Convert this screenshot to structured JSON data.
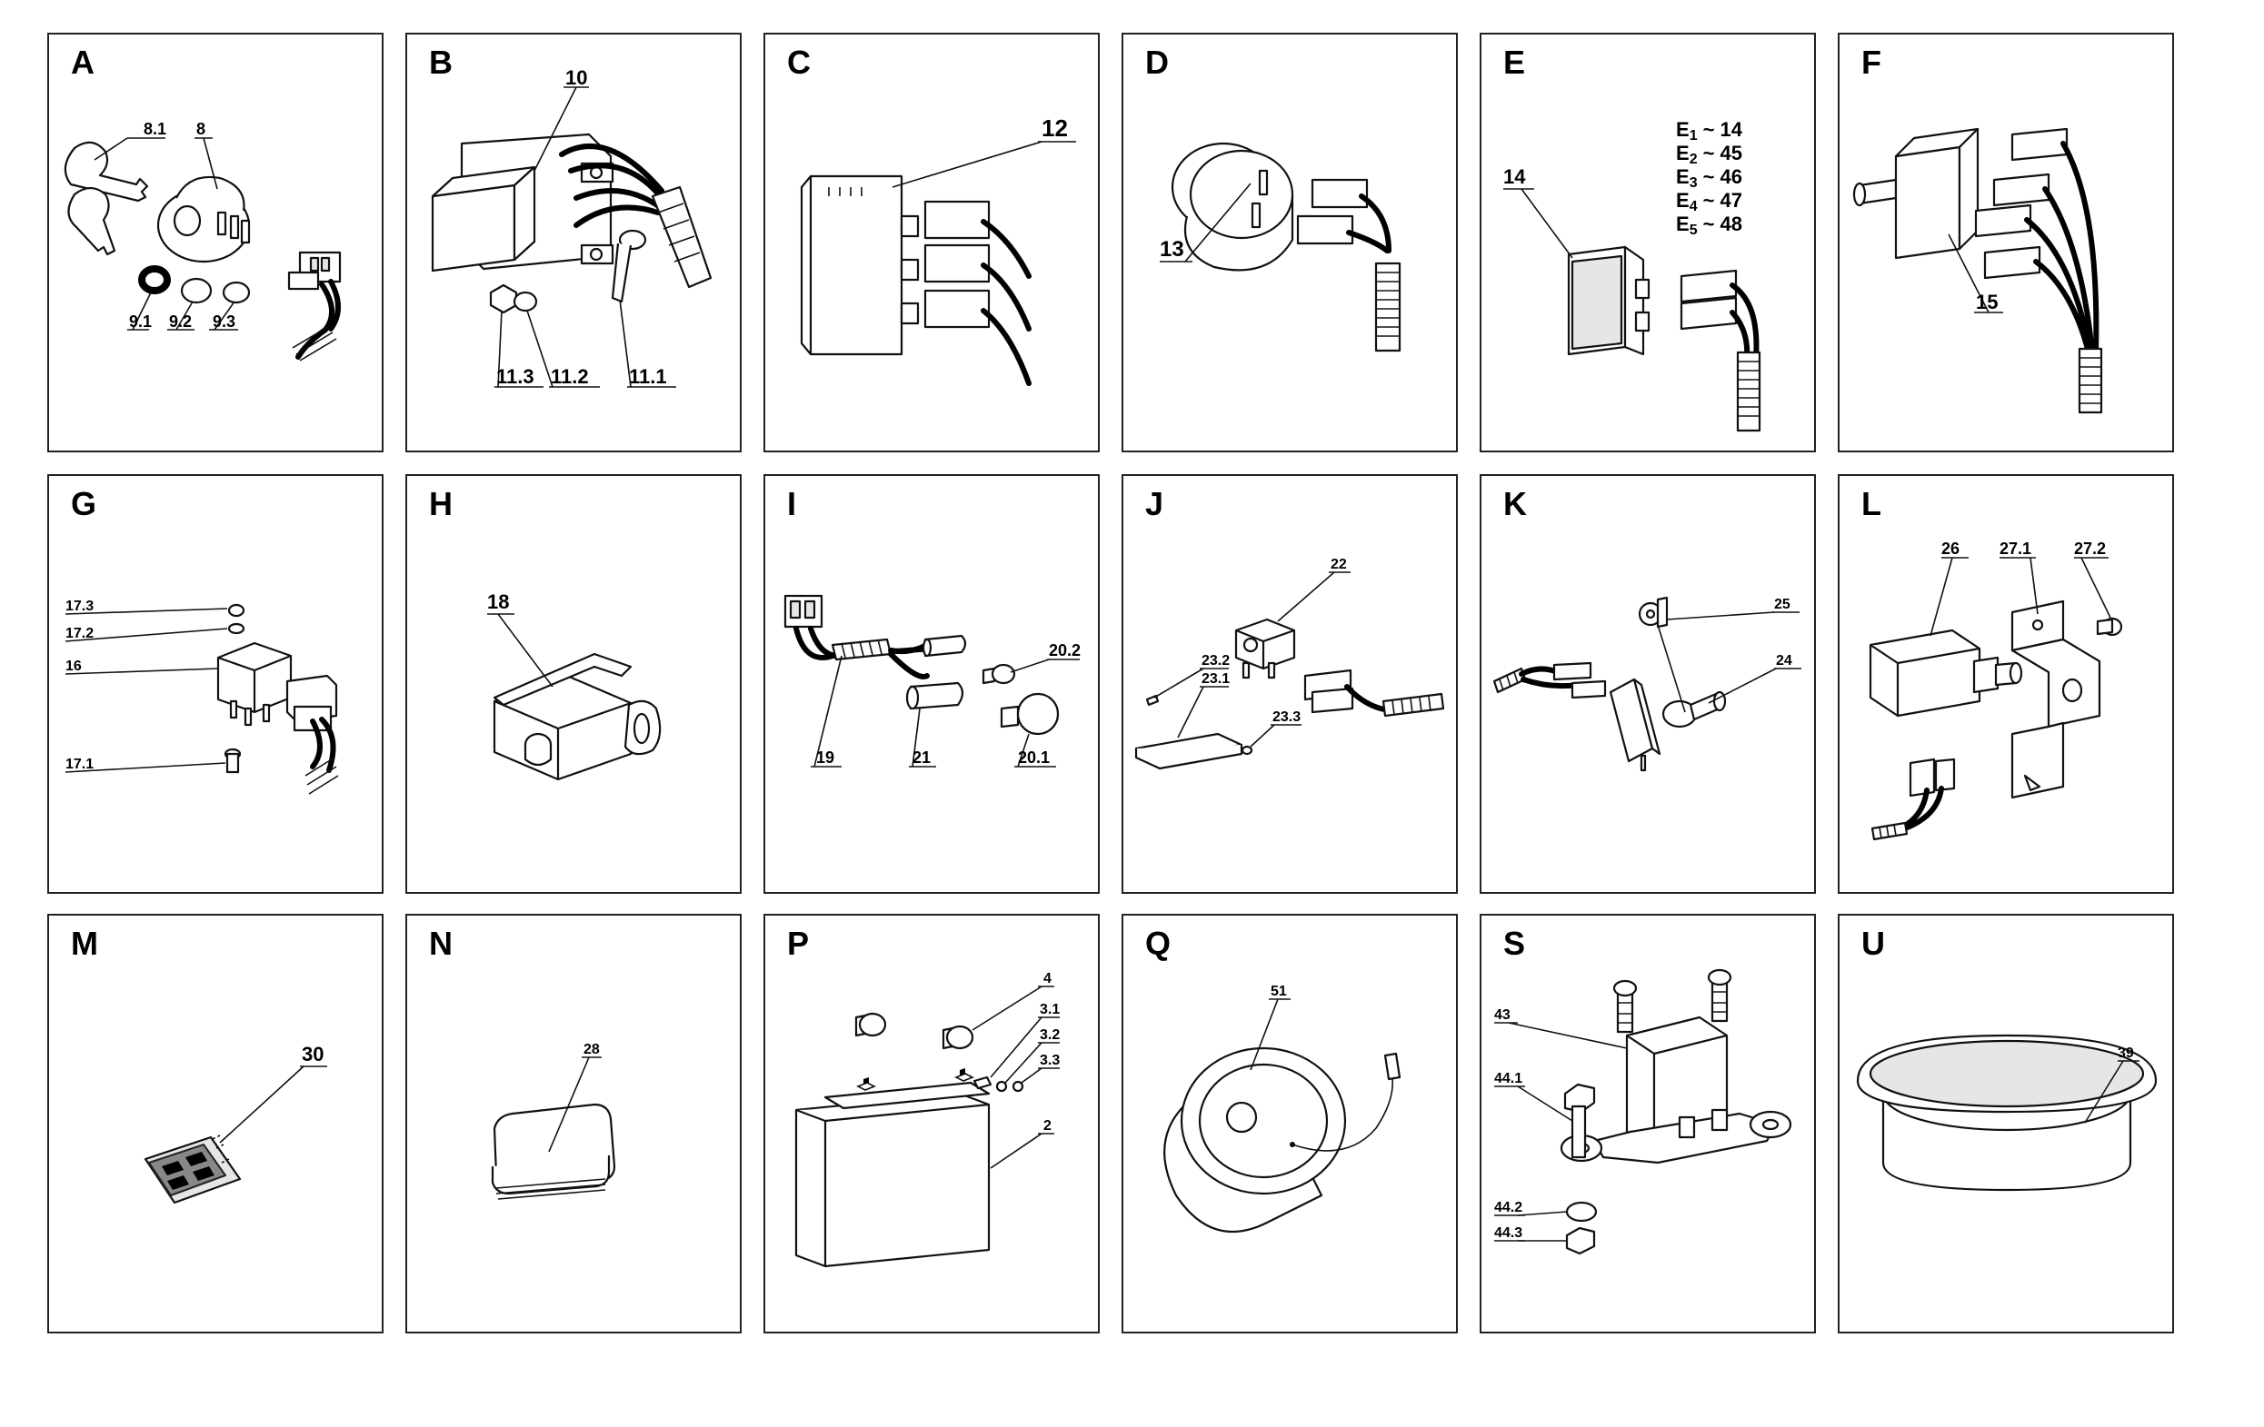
{
  "panels": [
    {
      "letter": "A",
      "callouts": [
        "8.1",
        "8",
        "9.1",
        "9.2",
        "9.3"
      ]
    },
    {
      "letter": "B",
      "callouts": [
        "10",
        "11.3",
        "11.2",
        "11.1"
      ]
    },
    {
      "letter": "C",
      "callouts": [
        "12"
      ]
    },
    {
      "letter": "D",
      "callouts": [
        "13"
      ]
    },
    {
      "letter": "E",
      "callouts": [
        "14"
      ],
      "equivalents": [
        {
          "base": "E",
          "sub": "1",
          "value": "~ 14"
        },
        {
          "base": "E",
          "sub": "2",
          "value": "~ 45"
        },
        {
          "base": "E",
          "sub": "3",
          "value": "~ 46"
        },
        {
          "base": "E",
          "sub": "4",
          "value": "~ 47"
        },
        {
          "base": "E",
          "sub": "5",
          "value": "~ 48"
        }
      ]
    },
    {
      "letter": "F",
      "callouts": [
        "15"
      ]
    },
    {
      "letter": "G",
      "callouts": [
        "17.3",
        "17.2",
        "16",
        "17.1"
      ]
    },
    {
      "letter": "H",
      "callouts": [
        "18"
      ]
    },
    {
      "letter": "I",
      "callouts": [
        "20.2",
        "19",
        "21",
        "20.1"
      ]
    },
    {
      "letter": "J",
      "callouts": [
        "22",
        "23.2",
        "23.1",
        "23.3"
      ]
    },
    {
      "letter": "K",
      "callouts": [
        "25",
        "24"
      ]
    },
    {
      "letter": "L",
      "callouts": [
        "26",
        "27.1",
        "27.2"
      ]
    },
    {
      "letter": "M",
      "callouts": [
        "30"
      ]
    },
    {
      "letter": "N",
      "callouts": [
        "28"
      ]
    },
    {
      "letter": "P",
      "callouts": [
        "4",
        "3.1",
        "3.2",
        "3.3",
        "2"
      ]
    },
    {
      "letter": "Q",
      "callouts": [
        "51"
      ]
    },
    {
      "letter": "S",
      "callouts": [
        "43",
        "44.1",
        "44.2",
        "44.3"
      ]
    },
    {
      "letter": "U",
      "callouts": [
        "39"
      ]
    }
  ]
}
